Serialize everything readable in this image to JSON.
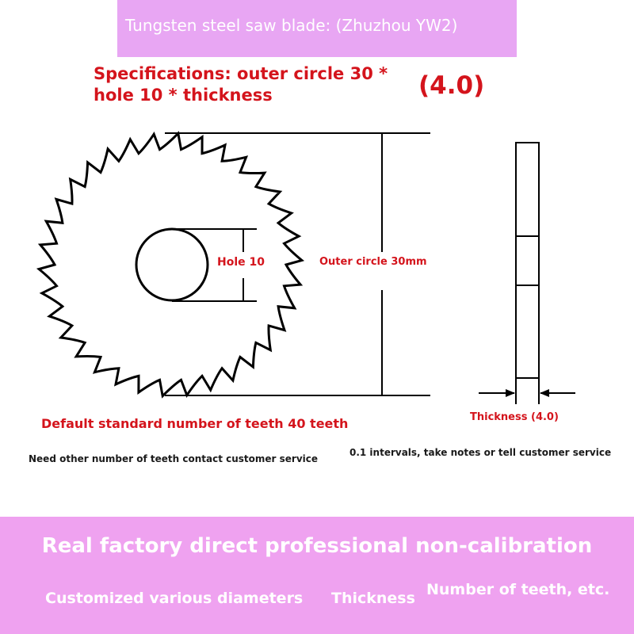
{
  "header": {
    "banner_text": "Tungsten steel saw blade: (Zhuzhou YW2)",
    "spec_line_1": "Specifications: outer circle 30 *",
    "spec_line_2": "hole 10 * thickness",
    "spec_thickness": "(4.0)"
  },
  "diagram": {
    "hole_label": "Hole 10",
    "outer_label": "Outer circle 30mm",
    "thickness_label": "Thickness (4.0)",
    "teeth_label": "Default standard number of teeth 40 teeth",
    "teeth_count": 40
  },
  "notes": {
    "left": "Need other number of teeth contact customer service",
    "right": "0.1 intervals, take notes or tell customer service"
  },
  "footer": {
    "headline": "Real factory direct professional non-calibration",
    "item_1": "Customized various diameters",
    "item_2": "Thickness",
    "item_3": "Number of teeth, etc."
  },
  "colors": {
    "accent_red": "#d4141c",
    "banner_pink": "#e8a6f3",
    "footer_pink": "#efa2f0"
  }
}
